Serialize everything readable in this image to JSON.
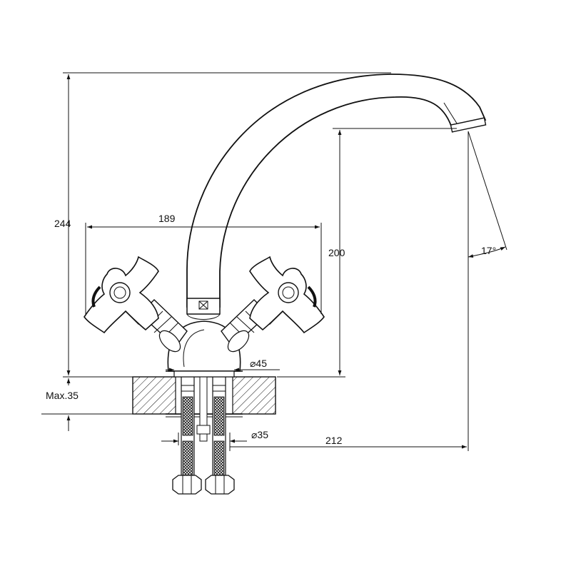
{
  "dimensions": {
    "total_height": "244",
    "handle_span": "189",
    "spout_height": "200",
    "spout_angle": "17°",
    "base_diameter": "⌀45",
    "max_deck": "Max.35",
    "hose_diameter": "⌀35",
    "spout_reach": "212"
  },
  "colors": {
    "line": "#111111",
    "background": "#ffffff"
  }
}
